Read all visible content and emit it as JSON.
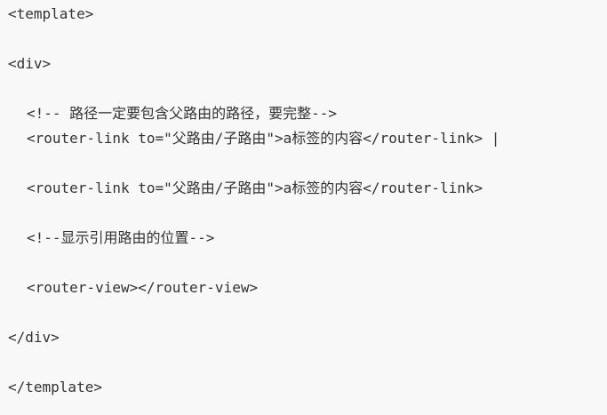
{
  "code": {
    "lines": [
      "<template>",
      "<div>",
      "<!-- 路径一定要包含父路由的路径，要完整-->",
      "<router-link to=\"父路由/子路由\">a标签的内容</router-link> |",
      "<router-link to=\"父路由/子路由\">a标签的内容</router-link>",
      "<!--显示引用路由的位置-->",
      "<router-view></router-view>",
      "</div>",
      "</template>"
    ]
  }
}
